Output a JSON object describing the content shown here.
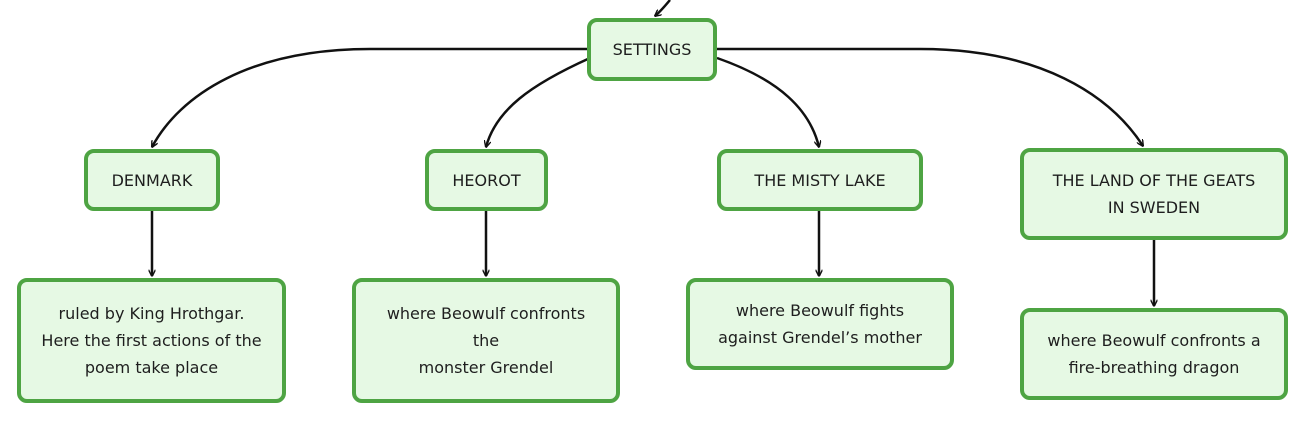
{
  "diagram": {
    "root": {
      "label": "SETTINGS"
    },
    "settings": [
      {
        "label": "DENMARK",
        "description": "ruled by King Hrothgar.\nHere the first actions of the\npoem take place"
      },
      {
        "label": "HEOROT",
        "description": "where Beowulf confronts\nthe\nmonster Grendel"
      },
      {
        "label": "THE MISTY LAKE",
        "description": "where Beowulf fights\nagainst Grendel’s mother"
      },
      {
        "label": "THE LAND OF THE GEATS\nIN SWEDEN",
        "description": "where Beowulf confronts a\nfire-breathing dragon"
      }
    ]
  },
  "colors": {
    "node_fill": "#e6f9e4",
    "node_border": "#4ea443",
    "connector": "#111111"
  }
}
